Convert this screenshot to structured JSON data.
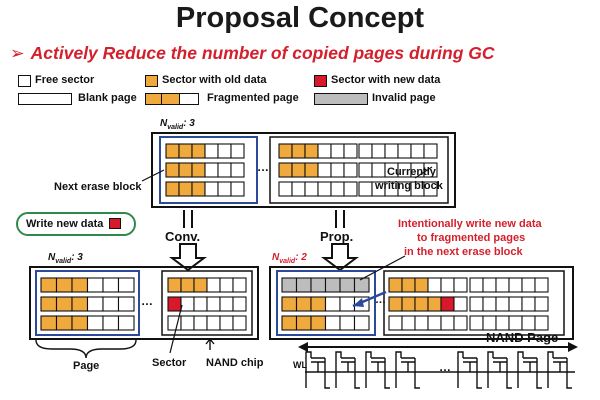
{
  "title": "Proposal Concept",
  "subtitle": "Actively Reduce the number of copied pages during GC",
  "legend": {
    "free_sector": "Free sector",
    "old_sector": "Sector with old data",
    "new_sector": "Sector with new data",
    "blank_page": "Blank page",
    "fragmented_page": "Fragmented page",
    "invalid_page": "Invalid page"
  },
  "top": {
    "nvalid_label": "N",
    "nvalid_sub": "valid",
    "nvalid_value": ": 3",
    "next_erase_block": "Next erase block",
    "currently_writing_line1": "Currently",
    "currently_writing_line2": "writing block",
    "ellipsis": "…"
  },
  "write_new_data": "Write new data",
  "conv": "Conv.",
  "prop": "Prop.",
  "annotation": {
    "line1": "Intentionally write new data",
    "line2": "to fragmented pages",
    "line3": "in the next erase block"
  },
  "bottom_left": {
    "nvalid_label": "N",
    "nvalid_sub": "valid",
    "nvalid_value": ": 3",
    "page_label": "Page",
    "sector_label": "Sector",
    "nand_chip_label": "NAND chip"
  },
  "bottom_right": {
    "nvalid_label": "N",
    "nvalid_sub": "valid",
    "nvalid_value": ": 2",
    "nand_page_label": "NAND Page",
    "wl_label": "WL"
  },
  "colors": {
    "fragment": "#f0a93c",
    "new_data": "#d8192c",
    "invalid": "#bdbdbd",
    "block_blue": "#2d4a9a",
    "red_text": "#d4202c",
    "green_pill": "#2f8a4a"
  }
}
